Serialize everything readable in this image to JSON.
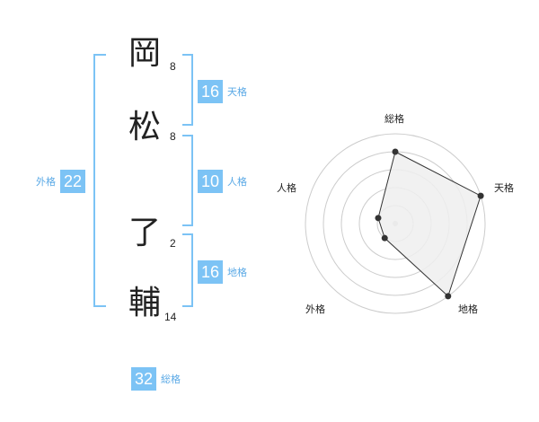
{
  "name": {
    "chars": [
      {
        "char": "岡",
        "strokes": "8"
      },
      {
        "char": "松",
        "strokes": "8"
      },
      {
        "char": "了",
        "strokes": "2"
      },
      {
        "char": "輔",
        "strokes": "14"
      }
    ]
  },
  "fortunes": {
    "tenkaku": {
      "value": "16",
      "label": "天格"
    },
    "jinkaku": {
      "value": "10",
      "label": "人格"
    },
    "chikaku": {
      "value": "16",
      "label": "地格"
    },
    "gaikaku": {
      "value": "22",
      "label": "外格"
    },
    "soukaku": {
      "value": "32",
      "label": "総格"
    }
  },
  "chart_data": {
    "type": "radar",
    "axes": [
      "総格",
      "天格",
      "地格",
      "外格",
      "人格"
    ],
    "values": [
      4,
      5,
      5,
      1,
      1
    ],
    "rmax": 5,
    "rings": 5,
    "colors": {
      "fill": "#efefef",
      "line": "#333333",
      "grid": "#cccccc",
      "accent": "#7cc3f5"
    }
  }
}
